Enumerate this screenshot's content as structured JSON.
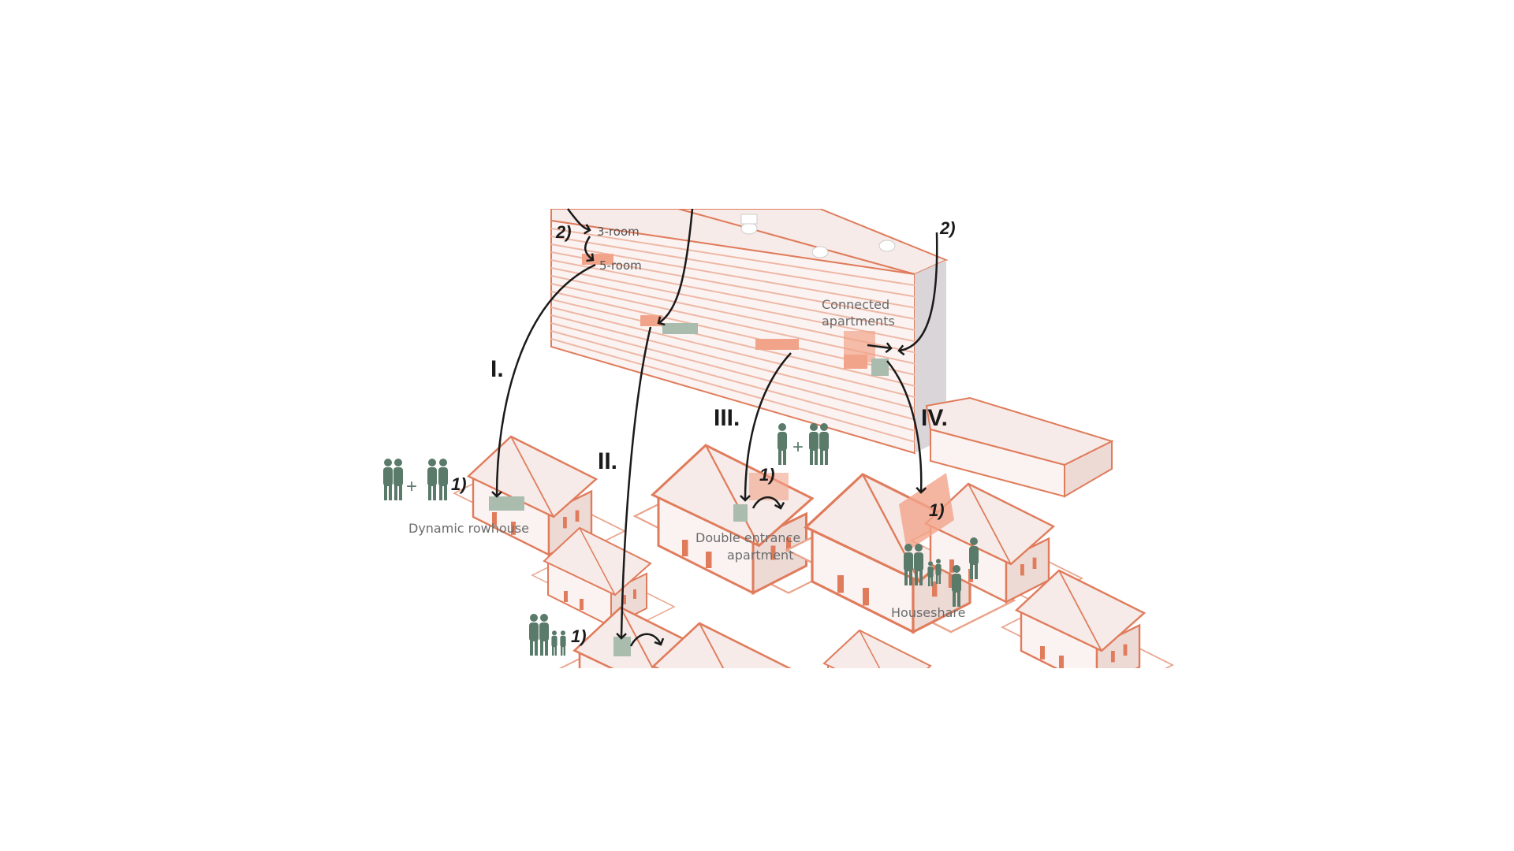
{
  "colors": {
    "accent": "#e07c5c",
    "people": "#5a7a6a",
    "highlight": "#f2a48a",
    "highlight_green": "#a9bcae"
  },
  "slab_labels": {
    "step2_left": "2)",
    "room3": "3-room",
    "room5": "5-room",
    "step2_right": "2)",
    "connected": [
      "Connected",
      "apartments"
    ]
  },
  "routes": [
    "I.",
    "II.",
    "III.",
    "IV."
  ],
  "destinations": {
    "rowhouse": {
      "label": "Dynamic rowhouse",
      "step": "1)"
    },
    "double": {
      "label": [
        "Double entrance",
        "apartment"
      ],
      "step": "1)"
    },
    "houseshare": {
      "label": "Houseshare",
      "step": "1)"
    },
    "terrace": {
      "step": "1)"
    }
  }
}
